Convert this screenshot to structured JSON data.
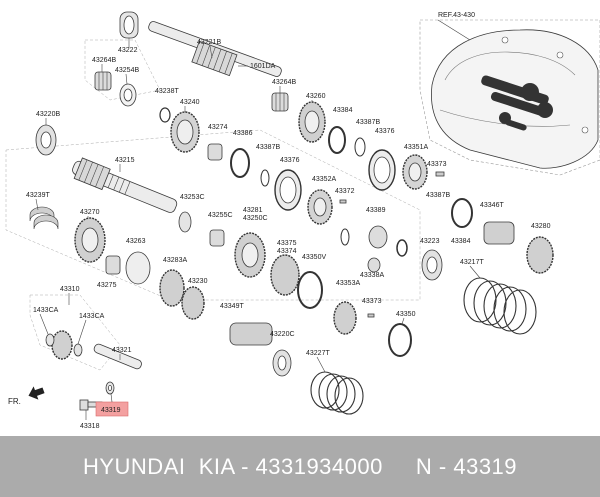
{
  "diagram": {
    "ref_label": "REF.43-430",
    "front_label": "FR.",
    "highlight_color": "#f3a0a0",
    "parts": [
      {
        "key": "p43222",
        "label": "43222"
      },
      {
        "key": "p43221b",
        "label": "43221B"
      },
      {
        "key": "p43264b_a",
        "label": "43264B"
      },
      {
        "key": "p43254b",
        "label": "43254B"
      },
      {
        "key": "p1601da",
        "label": "1601DA"
      },
      {
        "key": "p43264b_b",
        "label": "43264B"
      },
      {
        "key": "p43238t",
        "label": "43238T"
      },
      {
        "key": "p43240",
        "label": "43240"
      },
      {
        "key": "p43260",
        "label": "43260"
      },
      {
        "key": "p43384",
        "label": "43384"
      },
      {
        "key": "p43220b",
        "label": "43220B"
      },
      {
        "key": "p43274",
        "label": "43274"
      },
      {
        "key": "p43386",
        "label": "43386"
      },
      {
        "key": "p43387b_a",
        "label": "43387B"
      },
      {
        "key": "p43376_a",
        "label": "43376"
      },
      {
        "key": "p43376_b",
        "label": "43376"
      },
      {
        "key": "p43387b_b",
        "label": "43387B"
      },
      {
        "key": "p43215",
        "label": "43215"
      },
      {
        "key": "p43351a",
        "label": "43351A"
      },
      {
        "key": "p43373_a",
        "label": "43373"
      },
      {
        "key": "p43352a",
        "label": "43352A"
      },
      {
        "key": "p43372",
        "label": "43372"
      },
      {
        "key": "p43239t",
        "label": "43239T"
      },
      {
        "key": "p43253c",
        "label": "43253C"
      },
      {
        "key": "p43387b_c",
        "label": "43387B"
      },
      {
        "key": "p43346t",
        "label": "43346T"
      },
      {
        "key": "p43270",
        "label": "43270"
      },
      {
        "key": "p43255c",
        "label": "43255C"
      },
      {
        "key": "p43281",
        "label": "43281"
      },
      {
        "key": "p43250c",
        "label": "43250C"
      },
      {
        "key": "p43389",
        "label": "43389"
      },
      {
        "key": "p43280",
        "label": "43280"
      },
      {
        "key": "p43263",
        "label": "43263"
      },
      {
        "key": "p43375",
        "label": "43375"
      },
      {
        "key": "p43374",
        "label": "43374"
      },
      {
        "key": "p43223",
        "label": "43223"
      },
      {
        "key": "p43384_b",
        "label": "43384"
      },
      {
        "key": "p43283a",
        "label": "43283A"
      },
      {
        "key": "p43350v",
        "label": "43350V"
      },
      {
        "key": "p43338a",
        "label": "43338A"
      },
      {
        "key": "p43217t",
        "label": "43217T"
      },
      {
        "key": "p43230",
        "label": "43230"
      },
      {
        "key": "p43275",
        "label": "43275"
      },
      {
        "key": "p43310",
        "label": "43310"
      },
      {
        "key": "p43353a",
        "label": "43353A"
      },
      {
        "key": "p43373_b",
        "label": "43373"
      },
      {
        "key": "p43349t",
        "label": "43349T"
      },
      {
        "key": "p1433ca_a",
        "label": "1433CA"
      },
      {
        "key": "p1433ca_b",
        "label": "1433CA"
      },
      {
        "key": "p43350",
        "label": "43350"
      },
      {
        "key": "p43220c",
        "label": "43220C"
      },
      {
        "key": "p43227t",
        "label": "43227T"
      },
      {
        "key": "p43321",
        "label": "43321"
      },
      {
        "key": "p43319",
        "label": "43319"
      },
      {
        "key": "p43318",
        "label": "43318"
      }
    ]
  },
  "caption": {
    "text": "HYUNDAI  KIA - 4331934000     N - 43319"
  }
}
